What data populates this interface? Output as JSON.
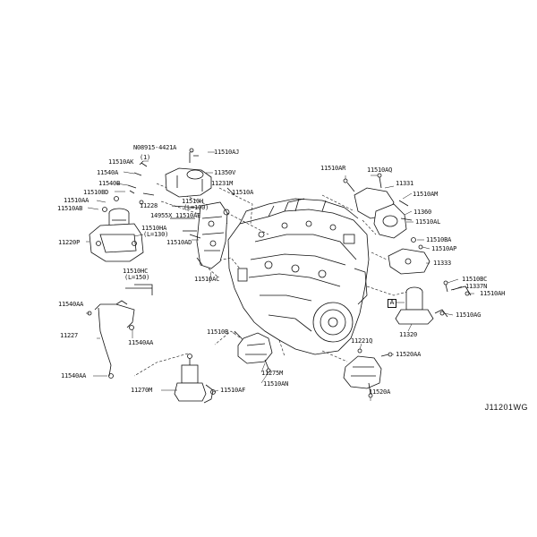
{
  "diagram": {
    "reference_code": "J11201WG",
    "callout_box_letter": "A",
    "labels": {
      "n08915": "N08915-4421A",
      "n11510AJ": "11510AJ",
      "n1": "(1)",
      "n11510AK": "11510AK",
      "n11540A": "11540A",
      "n11350V": "11350V",
      "n11540B": "11540B",
      "n11510BD": "11510BD",
      "n11510AA": "11510AA",
      "n11510AB": "11510AB",
      "n11228": "11228",
      "n14955X": "14955X",
      "n11510H": "11510H",
      "n11510H_len": "(L=100)",
      "n11510AE": "11510AE",
      "n11231M": "11231M",
      "n11510A_top": "11510A",
      "n11510HA": "11510HA",
      "n11510HA_len": "(L=130)",
      "n11220P": "11220P",
      "n11510AD": "11510AD",
      "n11510HC": "11510HC",
      "n11510HC_len": "(L=150)",
      "n11510AC": "11510AC",
      "n11540AA_a": "11540AA",
      "n11540AA_b": "11540AA",
      "n11227": "11227",
      "n11540AA_c": "11540AA",
      "n11270M": "11270M",
      "n11510AF": "11510AF",
      "n11510B": "11510B",
      "n11275M": "11275M",
      "n11510AN": "11510AN",
      "n11510AR": "11510AR",
      "n11510AQ": "11510AQ",
      "n11331": "11331",
      "n11510AM": "11510AM",
      "n11360": "11360",
      "n11510AL": "11510AL",
      "n11510BA": "11510BA",
      "n11510AP": "11510AP",
      "n11333": "11333",
      "n11510BC": "11510BC",
      "n11337N": "11337N",
      "n11510AH": "11510AH",
      "n11510AG": "11510AG",
      "n11320": "11320",
      "n11221Q": "11221Q",
      "n11520AA": "11520AA",
      "n11520A": "11520A"
    }
  }
}
